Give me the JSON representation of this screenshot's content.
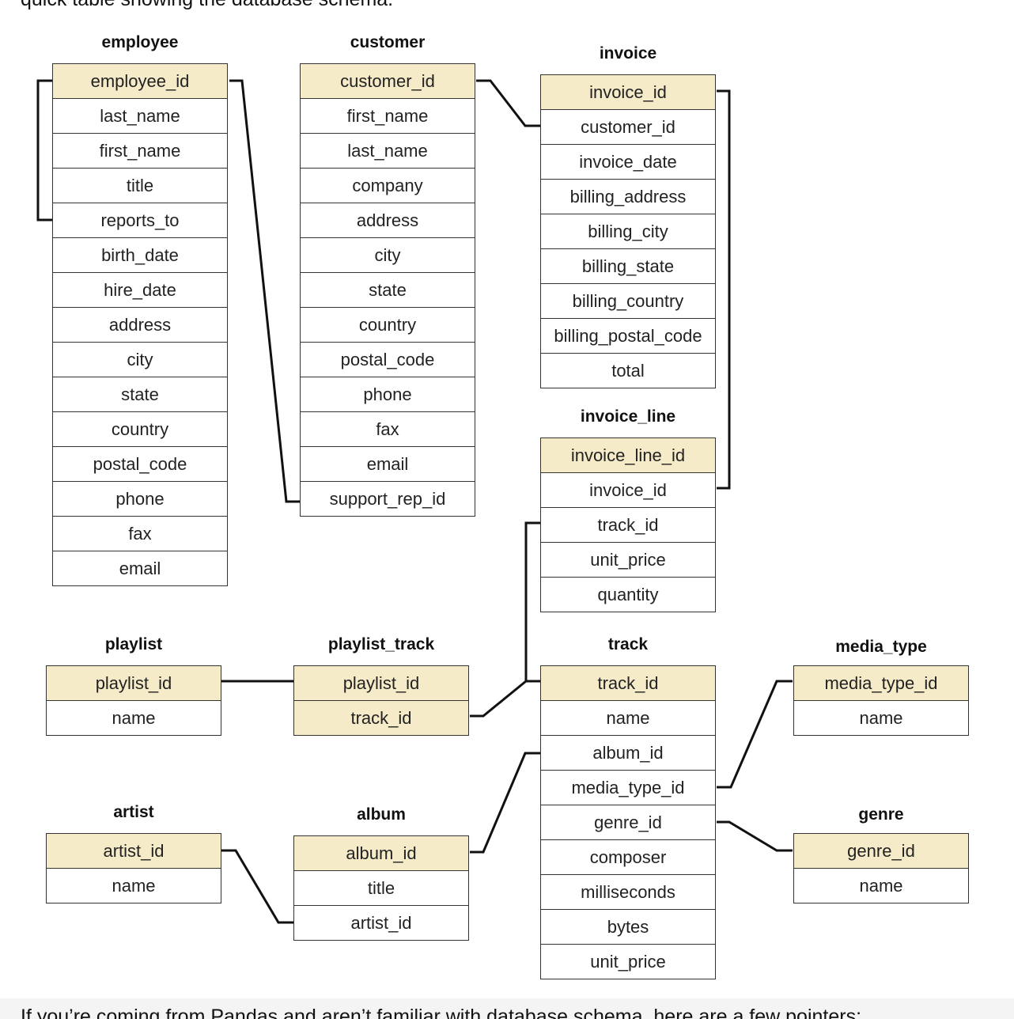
{
  "intro_text": "quick table showing the database schema.",
  "outro_text": "If you’re coming from Pandas and aren’t familiar with database schema, here are a few pointers:",
  "colors": {
    "key_row": "#f5ebc8",
    "row": "#ffffff",
    "border": "#333333"
  },
  "tables": {
    "employee": {
      "name": "employee",
      "keys": [
        "employee_id"
      ],
      "columns": [
        "employee_id",
        "last_name",
        "first_name",
        "title",
        "reports_to",
        "birth_date",
        "hire_date",
        "address",
        "city",
        "state",
        "country",
        "postal_code",
        "phone",
        "fax",
        "email"
      ]
    },
    "customer": {
      "name": "customer",
      "keys": [
        "customer_id"
      ],
      "columns": [
        "customer_id",
        "first_name",
        "last_name",
        "company",
        "address",
        "city",
        "state",
        "country",
        "postal_code",
        "phone",
        "fax",
        "email",
        "support_rep_id"
      ]
    },
    "invoice": {
      "name": "invoice",
      "keys": [
        "invoice_id"
      ],
      "columns": [
        "invoice_id",
        "customer_id",
        "invoice_date",
        "billing_address",
        "billing_city",
        "billing_state",
        "billing_country",
        "billing_postal_code",
        "total"
      ]
    },
    "invoice_line": {
      "name": "invoice_line",
      "keys": [
        "invoice_line_id"
      ],
      "columns": [
        "invoice_line_id",
        "invoice_id",
        "track_id",
        "unit_price",
        "quantity"
      ]
    },
    "playlist": {
      "name": "playlist",
      "keys": [
        "playlist_id"
      ],
      "columns": [
        "playlist_id",
        "name"
      ]
    },
    "playlist_track": {
      "name": "playlist_track",
      "keys": [
        "playlist_id",
        "track_id"
      ],
      "columns": [
        "playlist_id",
        "track_id"
      ]
    },
    "track": {
      "name": "track",
      "keys": [
        "track_id"
      ],
      "columns": [
        "track_id",
        "name",
        "album_id",
        "media_type_id",
        "genre_id",
        "composer",
        "milliseconds",
        "bytes",
        "unit_price"
      ]
    },
    "media_type": {
      "name": "media_type",
      "keys": [
        "media_type_id"
      ],
      "columns": [
        "media_type_id",
        "name"
      ]
    },
    "genre": {
      "name": "genre",
      "keys": [
        "genre_id"
      ],
      "columns": [
        "genre_id",
        "name"
      ]
    },
    "artist": {
      "name": "artist",
      "keys": [
        "artist_id"
      ],
      "columns": [
        "artist_id",
        "name"
      ]
    },
    "album": {
      "name": "album",
      "keys": [
        "album_id"
      ],
      "columns": [
        "album_id",
        "title",
        "artist_id"
      ]
    }
  },
  "relationships": [
    {
      "from": "employee.employee_id",
      "to": "employee.reports_to"
    },
    {
      "from": "employee.employee_id",
      "to": "customer.support_rep_id"
    },
    {
      "from": "customer.customer_id",
      "to": "invoice.customer_id"
    },
    {
      "from": "invoice.invoice_id",
      "to": "invoice_line.invoice_id"
    },
    {
      "from": "track.track_id",
      "to": "invoice_line.track_id"
    },
    {
      "from": "playlist.playlist_id",
      "to": "playlist_track.playlist_id"
    },
    {
      "from": "track.track_id",
      "to": "playlist_track.track_id"
    },
    {
      "from": "album.album_id",
      "to": "track.album_id"
    },
    {
      "from": "media_type.media_type_id",
      "to": "track.media_type_id"
    },
    {
      "from": "genre.genre_id",
      "to": "track.genre_id"
    },
    {
      "from": "artist.artist_id",
      "to": "album.artist_id"
    }
  ]
}
